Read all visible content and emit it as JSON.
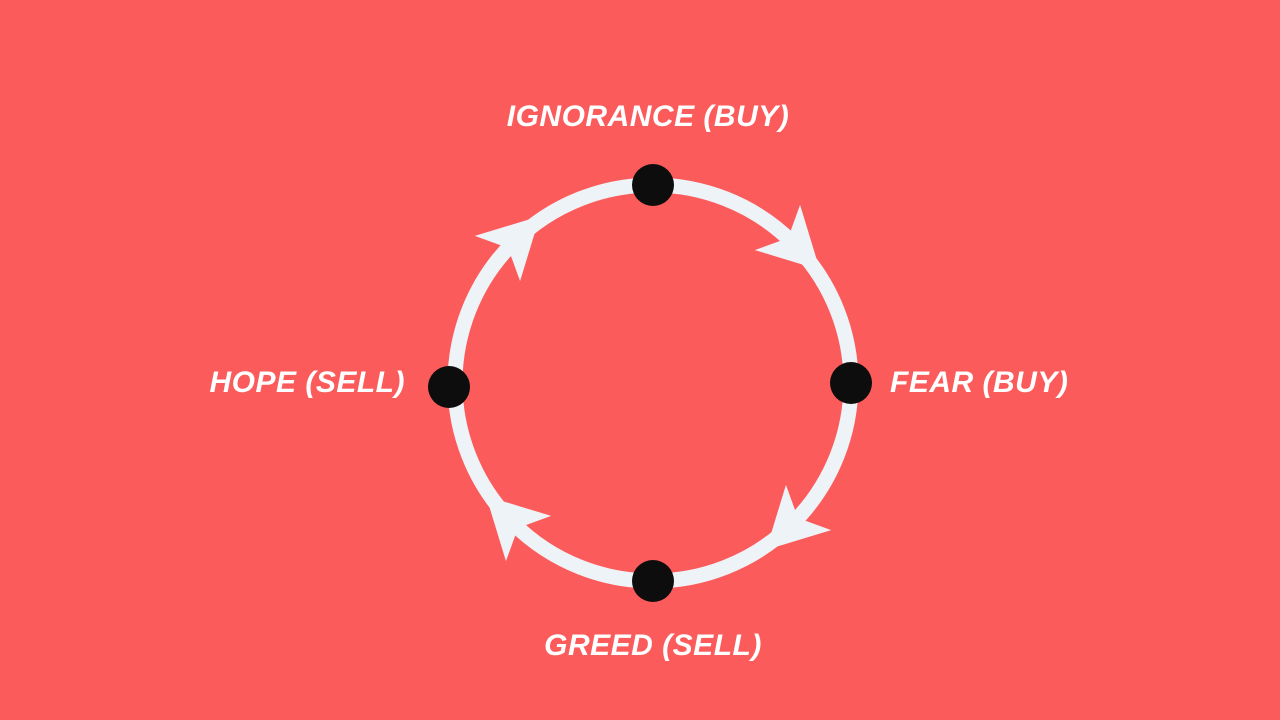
{
  "diagram": {
    "type": "cycle",
    "direction": "clockwise",
    "nodes": [
      {
        "id": "top",
        "label": "IGNORANCE (BUY)"
      },
      {
        "id": "right",
        "label": "FEAR (BUY)"
      },
      {
        "id": "bottom",
        "label": "GREED (SELL)"
      },
      {
        "id": "left",
        "label": "HOPE (SELL)"
      }
    ],
    "arrows": [
      {
        "position": "top-right",
        "points_toward": "right"
      },
      {
        "position": "bottom-right",
        "points_toward": "bottom"
      },
      {
        "position": "bottom-left",
        "points_toward": "left"
      },
      {
        "position": "top-left",
        "points_toward": "top"
      }
    ],
    "colors": {
      "background": "#fc5b5b",
      "ring": "#eef3f8",
      "dot": "#0d0d0d",
      "text": "#ffffff"
    }
  }
}
